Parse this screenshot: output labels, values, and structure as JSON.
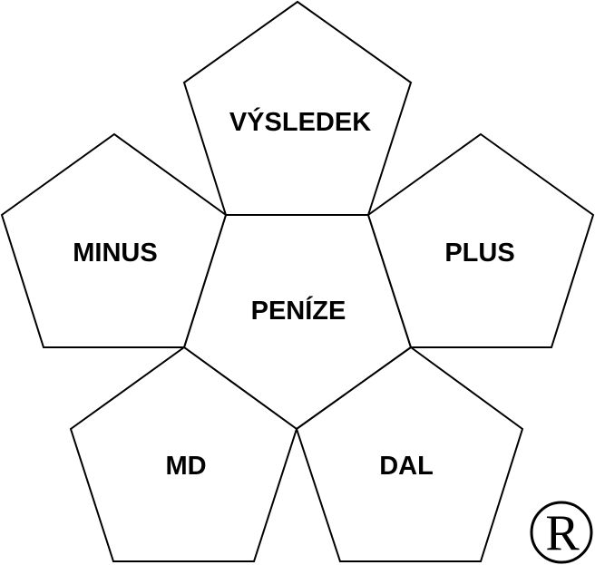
{
  "diagram": {
    "center": "PENÍZE",
    "top": "VÝSLEDEK",
    "left": "MINUS",
    "right": "PLUS",
    "bottom_left": "MD",
    "bottom_right": "DAL"
  },
  "registered_mark": "R"
}
